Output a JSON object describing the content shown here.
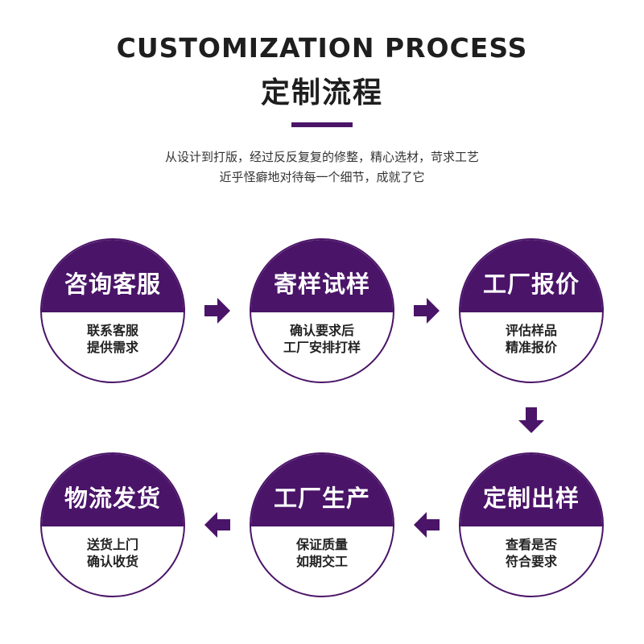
{
  "header": {
    "title_en": "CUSTOMIZATION PROCESS",
    "title_cn": "定制流程",
    "desc_line1": "从设计到打版，经过反反复复的修整，精心选材，苛求工艺",
    "desc_line2": "近乎怪癖地对待每一个细节，成就了它"
  },
  "colors": {
    "primary": "#4a1468",
    "text": "#1e1e1e"
  },
  "steps": [
    {
      "title": "咨询客服",
      "line1": "联系客服",
      "line2": "提供需求"
    },
    {
      "title": "寄样试样",
      "line1": "确认要求后",
      "line2": "工厂安排打样"
    },
    {
      "title": "工厂报价",
      "line1": "评估样品",
      "line2": "精准报价"
    },
    {
      "title": "定制出样",
      "line1": "查看是否",
      "line2": "符合要求"
    },
    {
      "title": "工厂生产",
      "line1": "保证质量",
      "line2": "如期交工"
    },
    {
      "title": "物流发货",
      "line1": "送货上门",
      "line2": "确认收货"
    }
  ],
  "arrows": [
    {
      "icon": "arrow-right-icon",
      "direction": "right"
    },
    {
      "icon": "arrow-right-icon",
      "direction": "right"
    },
    {
      "icon": "arrow-down-icon",
      "direction": "down"
    },
    {
      "icon": "arrow-left-icon",
      "direction": "left"
    },
    {
      "icon": "arrow-left-icon",
      "direction": "left"
    }
  ]
}
